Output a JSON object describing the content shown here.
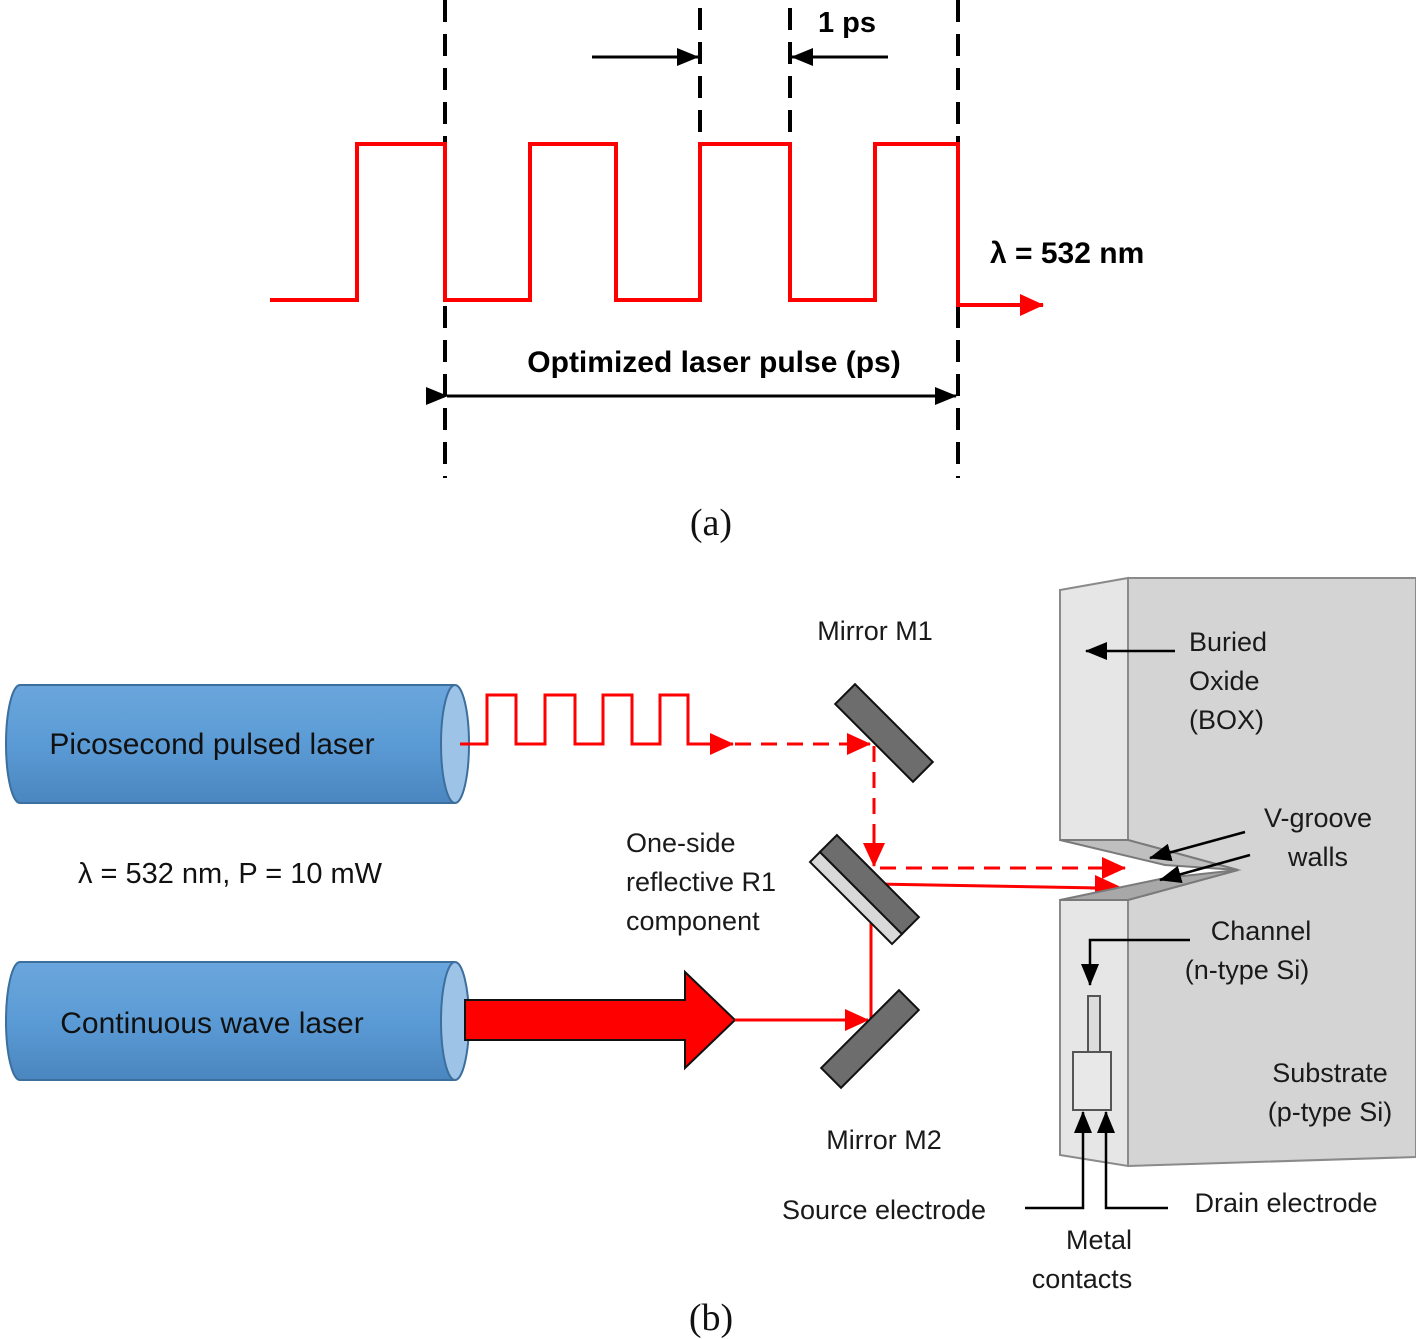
{
  "panel_a": {
    "caption": "(a)",
    "pulse_spacing_label": "1 ps",
    "wavelength_label": "λ = 532 nm",
    "envelope_label": "Optimized laser pulse (ps)",
    "pulse_color": "#ff0000"
  },
  "panel_b": {
    "caption": "(b)",
    "pulsed_laser_label": "Picosecond pulsed laser",
    "cw_laser_label": "Continuous wave laser",
    "laser_params_label": "λ = 532 nm, P = 10 mW",
    "mirror_m1_label": "Mirror M1",
    "mirror_m2_label": "Mirror M2",
    "r1_label": [
      "One-side",
      "reflective R1",
      "component"
    ],
    "box_label": [
      "Buried",
      "Oxide",
      "(BOX)"
    ],
    "vgroove_label": [
      "V-groove",
      "walls"
    ],
    "channel_label": [
      "Channel",
      "(n-type Si)"
    ],
    "substrate_label": [
      "Substrate",
      "(p-type Si)"
    ],
    "source_label": "Source electrode",
    "drain_label": "Drain electrode",
    "metal_label": [
      "Metal",
      "contacts"
    ],
    "laser_color": "#5b9bd5",
    "beam_color": "#ff0000",
    "mirror_color": "#6d6d6d",
    "wafer_color": "#d4d4d4"
  }
}
